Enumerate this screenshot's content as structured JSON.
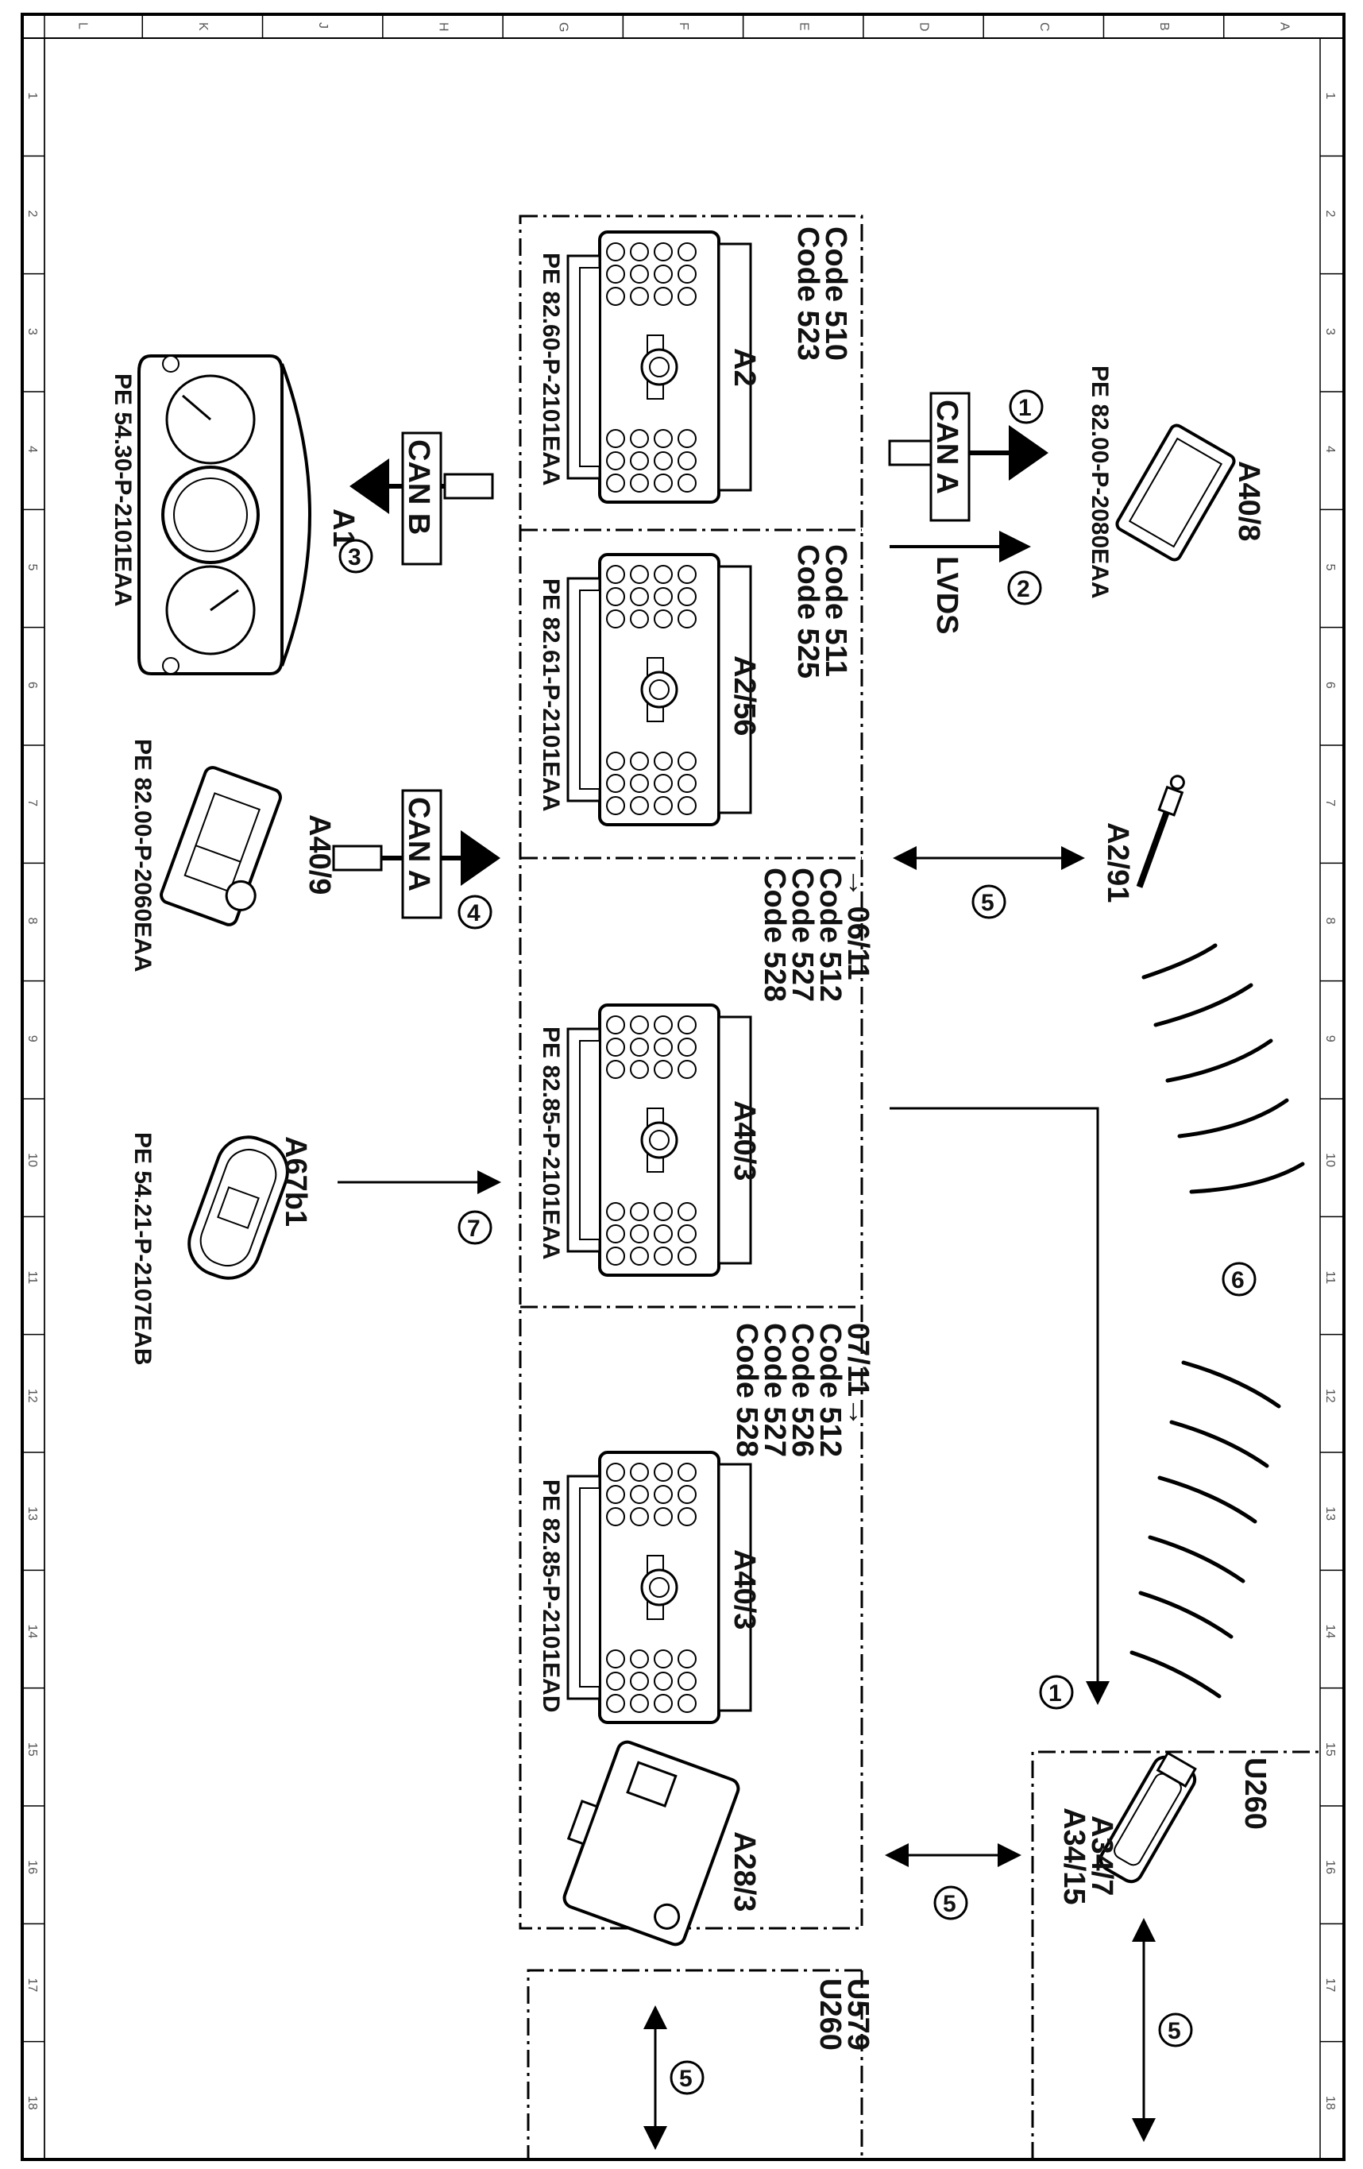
{
  "grid": {
    "columns": [
      "L",
      "K",
      "J",
      "H",
      "G",
      "F",
      "E",
      "D",
      "C",
      "B",
      "A"
    ],
    "rows": [
      "1",
      "2",
      "3",
      "4",
      "5",
      "6",
      "7",
      "8",
      "9",
      "10",
      "11",
      "12",
      "13",
      "14",
      "15",
      "16",
      "17",
      "18"
    ]
  },
  "components": {
    "a408": {
      "label": "A40/8",
      "ref": "PE 82.00-P-2080EAA"
    },
    "a1": {
      "label": "A1",
      "ref": "PE 54.30-P-2101EAA"
    },
    "a409": {
      "label": "A40/9",
      "ref": "PE 82.00-P-2060EAA"
    },
    "a67b1": {
      "label": "A67b1",
      "ref": "PE 54.21-P-2107EAB"
    },
    "a291": {
      "label": "A2/91"
    },
    "a2": {
      "label": "A2",
      "codes": [
        "Code 510",
        "Code 523"
      ],
      "ref": "PE 82.60-P-2101EAA"
    },
    "a256": {
      "label": "A2/56",
      "codes": [
        "Code 511",
        "Code 525"
      ],
      "ref": "PE 82.61-P-2101EAA"
    },
    "a403_a": {
      "label": "A40/3",
      "codes": [
        "→ 06/11",
        "Code 512",
        "Code 527",
        "Code 528"
      ],
      "ref": "PE 82.85-P-2101EAA"
    },
    "a403_b": {
      "label": "A40/3",
      "codes": [
        "07/11→",
        "Code 512",
        "Code 526",
        "Code 527",
        "Code 528"
      ],
      "ref": "PE 82.85-P-2101EAD"
    },
    "a283": {
      "label": "A28/3",
      "codes": [
        "U579",
        "U260"
      ]
    },
    "a347": {
      "labels": [
        "U260",
        "A34/7",
        "A34/15"
      ]
    }
  },
  "connections": {
    "c1": {
      "num": "1",
      "text": "CAN A"
    },
    "c2": {
      "num": "2",
      "text": "LVDS"
    },
    "c3": {
      "num": "3",
      "text": "CAN B"
    },
    "c4": {
      "num": "4",
      "text": "CAN A"
    },
    "c5": {
      "num": "5"
    },
    "c6": {
      "num": "6"
    },
    "c7": {
      "num": "7"
    }
  }
}
